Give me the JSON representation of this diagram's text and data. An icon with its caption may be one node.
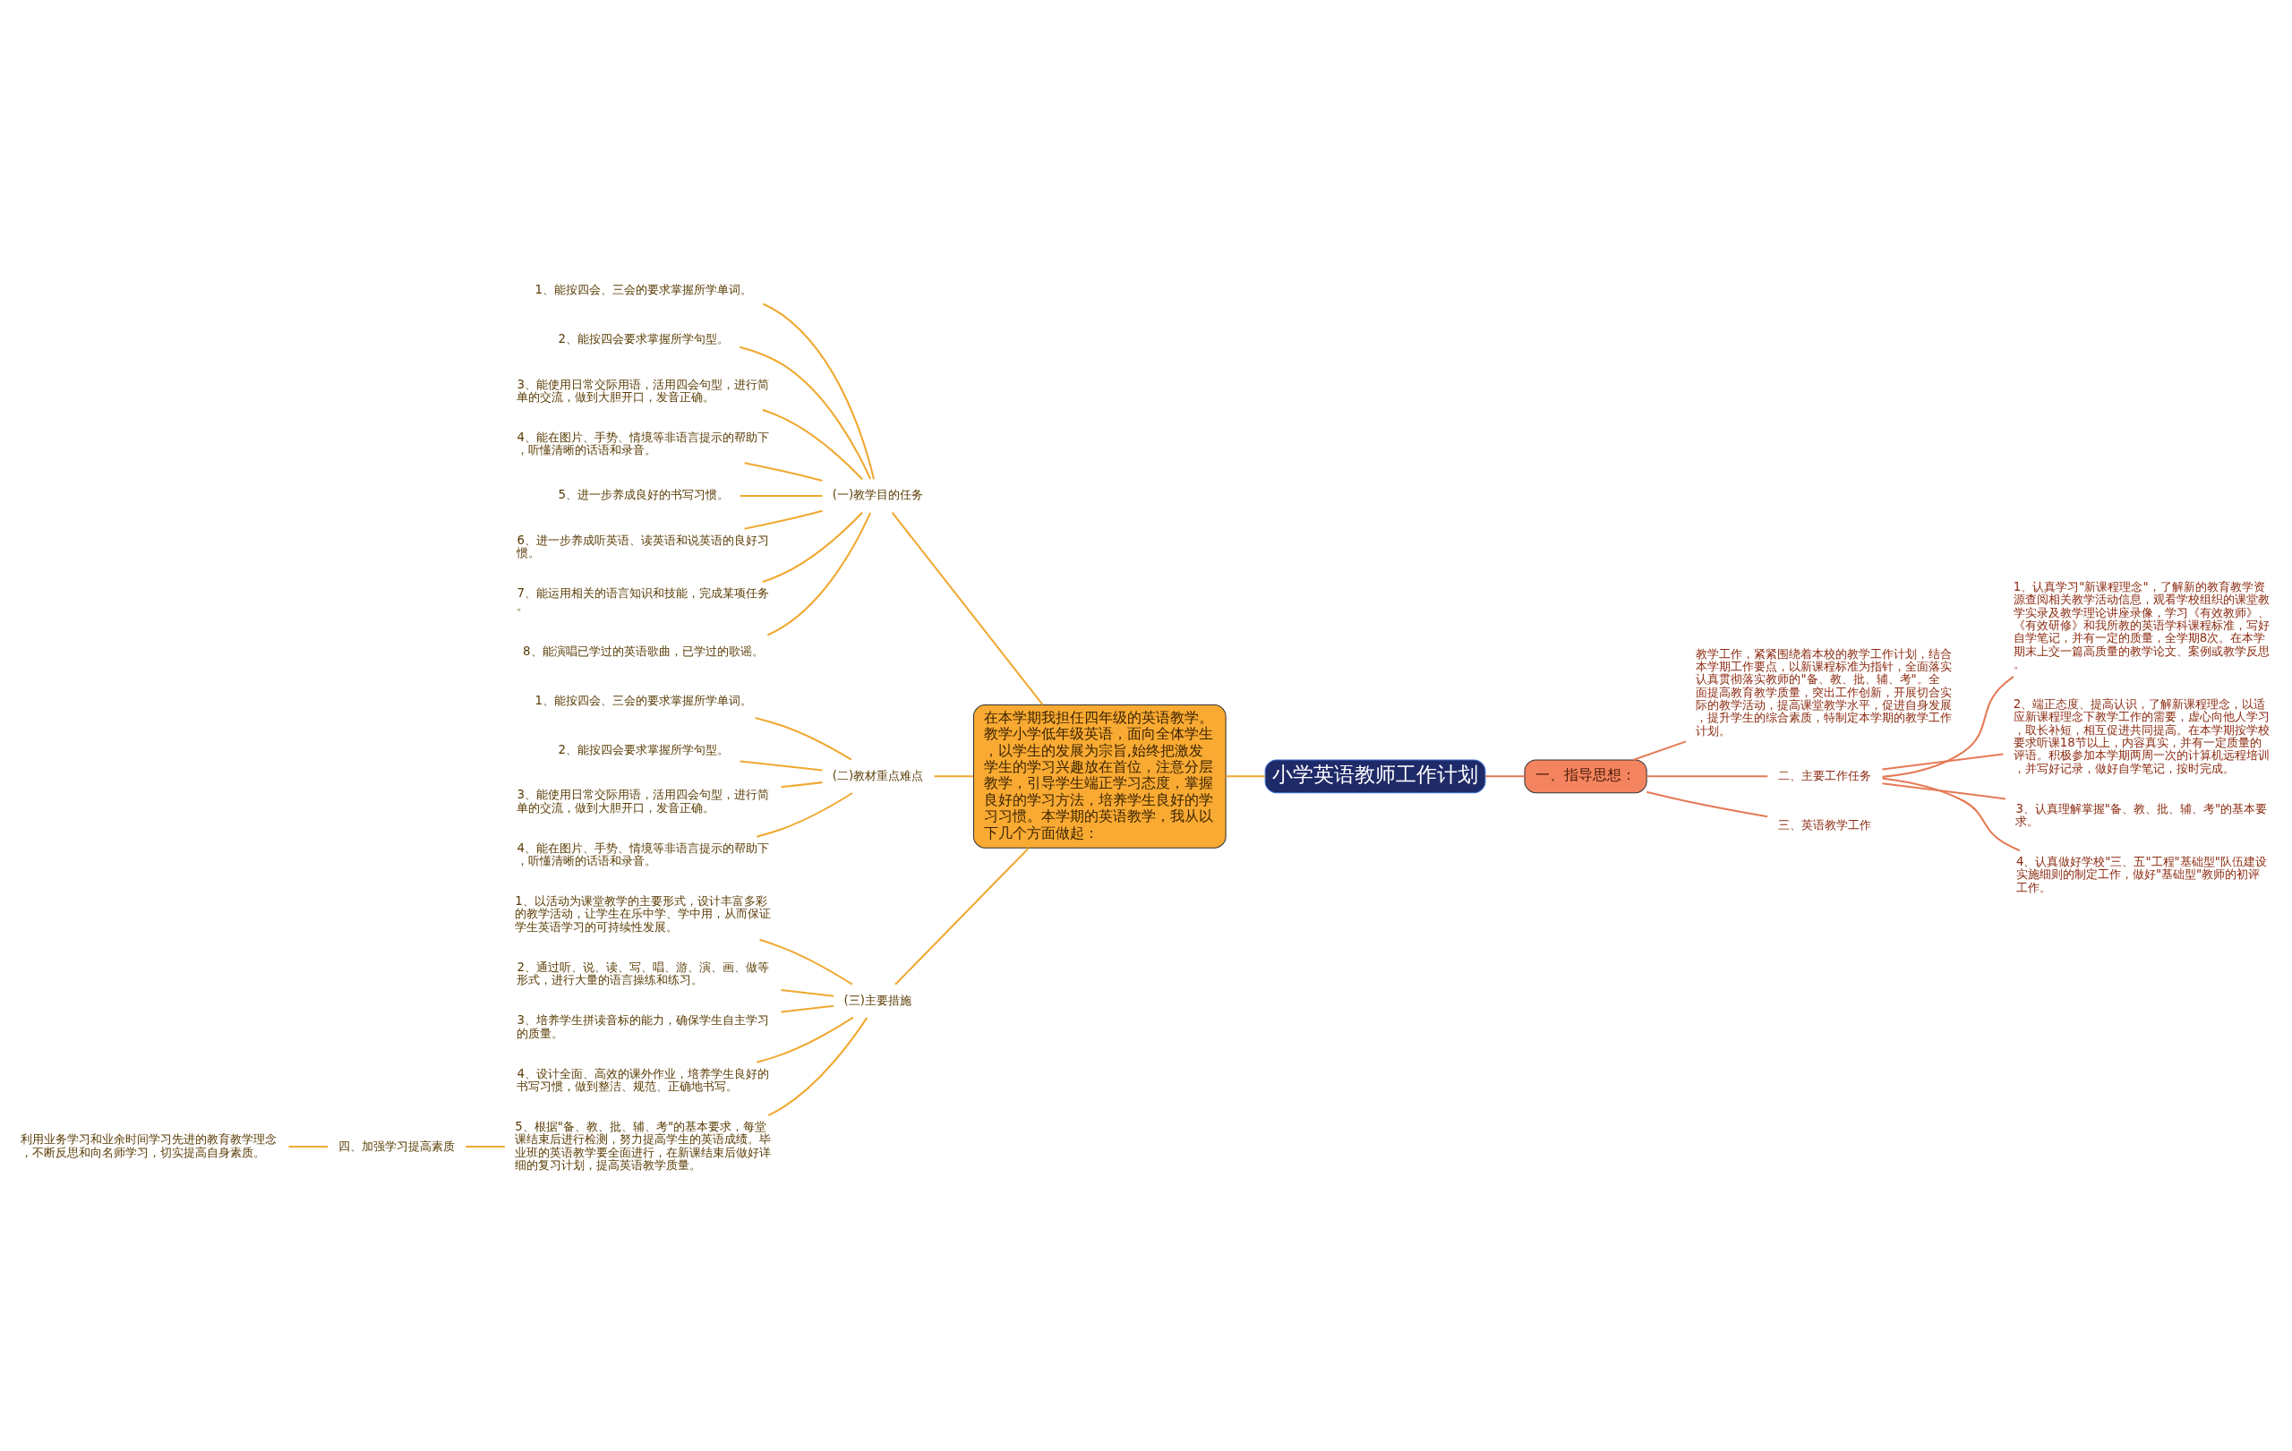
{
  "diagram": {
    "nodes": [
      {
        "text": [
          "小学英语教师工作计划"
        ]
      },
      {
        "text": [
          "在本学期我担任四年级的英语教学。教学小学低年级英语，面向全体学生，以学生的发展为宗旨,始终把激发学生的学习兴趣放在首位，注意分层教学，引导学生端正学习态度，掌握良好的学习方法，培养学生良好的学习习惯。本学期的英语教学，我从以下几个方面做起："
        ]
      },
      {
        "text": [
          "(一)教学目的任务"
        ]
      },
      {
        "text": [
          "1、能按四会、三会的要求掌握所学单词。"
        ]
      },
      {
        "text": [
          "2、能按四会要求掌握所学句型。"
        ]
      },
      {
        "text": [
          "3、能使用日常交际用语，活用四会句型，进行简单的交流，做到大胆开口，发音正确。"
        ]
      },
      {
        "text": [
          "4、能在图片、手势、情境等非语言提示的帮助下，听懂清晰的话语和录音。"
        ]
      },
      {
        "text": [
          "5、进一步养成良好的书写习惯。"
        ]
      },
      {
        "text": [
          "6、进一步养成听英语、读英语和说英语的良好习惯。"
        ]
      },
      {
        "text": [
          "7、能运用相关的语言知识和技能，完成某项任务。"
        ]
      },
      {
        "text": [
          "8、能演唱已学过的英语歌曲，已学过的歌谣。"
        ]
      },
      {
        "text": [
          "(二)教材重点难点"
        ]
      },
      {
        "text": [
          "1、能按四会、三会的要求掌握所学单词。"
        ]
      },
      {
        "text": [
          "2、能按四会要求掌握所学句型。"
        ]
      },
      {
        "text": [
          "3、能使用日常交际用语，活用四会句型，进行简单的交流，做到大胆开口，发音正确。"
        ]
      },
      {
        "text": [
          "4、能在图片、手势、情境等非语言提示的帮助下，听懂清晰的话语和录音。"
        ]
      },
      {
        "text": [
          "(三)主要措施"
        ]
      },
      {
        "text": [
          "1、以活动为课堂教学的主要形式，设计丰富多彩的教学活动，让学生在乐中学、学中用，从而保证学生英语学习的可持续性发展。"
        ]
      },
      {
        "text": [
          "2、通过听、说、读、写、唱、游、演、画、做等形式，进行大量的语言操练和练习。"
        ]
      },
      {
        "text": [
          "3、培养学生拼读音标的能力，确保学生自主学习的质量。"
        ]
      },
      {
        "text": [
          "4、设计全面、高效的课外作业，培养学生良好的书写习惯，做到整洁、规范、正确地书写。"
        ]
      },
      {
        "text": [
          "5、根据\"备、教、批、辅、考\"的基本要求，每堂课结束后进行检测，努力提高学生的英语成绩。毕业班的英语教学要全面进行，在新课结束后做好详细的复习计划，提高英语教学质量。"
        ]
      },
      {
        "text": [
          "四、加强学习提高素质"
        ]
      },
      {
        "text": [
          "利用业务学习和业余时间学习先进的教育教学理念，不断反思和向名师学习，切实提高自身素质。"
        ]
      },
      {
        "text": [
          "一、指导思想："
        ]
      },
      {
        "text": [
          "教学工作，紧紧围绕着本校的教学工作计划，结合本学期工作要点，以新课程标准为指针，全面落实认真贯彻落实教师的\"备、教、批、辅、考\"。全面提高教育教学质量，突出工作创新，开展切合实际的教学活动，提高课堂教学水平，促进自身发展，提升学生的综合素质，特制定本学期的教学工作计划。"
        ]
      },
      {
        "text": [
          "二、主要工作任务"
        ]
      },
      {
        "text": [
          "1、认真学习\"新课程理念\"，了解新的教育教学资源查阅相关教学活动信息，观看学校组织的课堂教学实录及教学理论讲座录像，学习《有效教师》、《有效研修》和我所教的英语学科课程标准，写好自学笔记，并有一定的质量，全学期8次。在本学期末上交一篇高质量的教学论文、案例或教学反思。"
        ]
      },
      {
        "text": [
          "2、端正态度、提高认识，了解新课程理念，以适应新课程理念下教学工作的需要，虚心向他人学习，取长补短，相互促进共同提高。在本学期按学校要求听课18节以上，内容真实，并有一定质量的评语。积极参加本学期两周一次的计算机远程培训，并写好记录，做好自学笔记，按时完成。"
        ]
      },
      {
        "text": [
          "3、认真理解掌握\"备、教、批、辅、考\"的基本要求。"
        ]
      },
      {
        "text": [
          "4、认真做好学校\"三、五\"工程\"基础型\"队伍建设实施细则的制定工作，做好\"基础型\"教师的初评工作。"
        ]
      },
      {
        "text": [
          "三、英语教学工作"
        ]
      }
    ],
    "edges": [
      {
        "from": 1,
        "to": 0,
        "arrow": "none"
      },
      {
        "from": 2,
        "to": 1,
        "arrow": "none"
      },
      {
        "from": 3,
        "to": 2,
        "arrow": "none"
      },
      {
        "from": 4,
        "to": 2,
        "arrow": "none"
      },
      {
        "from": 5,
        "to": 2,
        "arrow": "none"
      },
      {
        "from": 6,
        "to": 2,
        "arrow": "none"
      },
      {
        "from": 7,
        "to": 2,
        "arrow": "none"
      },
      {
        "from": 8,
        "to": 2,
        "arrow": "none"
      },
      {
        "from": 9,
        "to": 2,
        "arrow": "none"
      },
      {
        "from": 10,
        "to": 2,
        "arrow": "none"
      },
      {
        "from": 11,
        "to": 1,
        "arrow": "none"
      },
      {
        "from": 12,
        "to": 11,
        "arrow": "none"
      },
      {
        "from": 13,
        "to": 11,
        "arrow": "none"
      },
      {
        "from": 14,
        "to": 11,
        "arrow": "none"
      },
      {
        "from": 15,
        "to": 11,
        "arrow": "none"
      },
      {
        "from": 16,
        "to": 1,
        "arrow": "none"
      },
      {
        "from": 17,
        "to": 16,
        "arrow": "none"
      },
      {
        "from": 18,
        "to": 16,
        "arrow": "none"
      },
      {
        "from": 19,
        "to": 16,
        "arrow": "none"
      },
      {
        "from": 20,
        "to": 16,
        "arrow": "none"
      },
      {
        "from": 21,
        "to": 16,
        "arrow": "none"
      },
      {
        "from": 22,
        "to": 21,
        "arrow": "none"
      },
      {
        "from": 23,
        "to": 22,
        "arrow": "none"
      },
      {
        "from": 0,
        "to": 24,
        "arrow": "none",
        "color": "#e57a55"
      },
      {
        "from": 24,
        "to": 25,
        "arrow": "none",
        "color": "#e57a55"
      },
      {
        "from": 24,
        "to": 26,
        "arrow": "none",
        "color": "#e57a55"
      },
      {
        "from": 26,
        "to": 27,
        "arrow": "none",
        "color": "#e57a55"
      },
      {
        "from": 26,
        "to": 28,
        "arrow": "none",
        "color": "#e57a55"
      },
      {
        "from": 26,
        "to": 29,
        "arrow": "none",
        "color": "#e57a55"
      },
      {
        "from": 26,
        "to": 30,
        "arrow": "none",
        "color": "#e57a55"
      },
      {
        "from": 24,
        "to": 31,
        "arrow": "none",
        "color": "#e57a55"
      }
    ]
  }
}
